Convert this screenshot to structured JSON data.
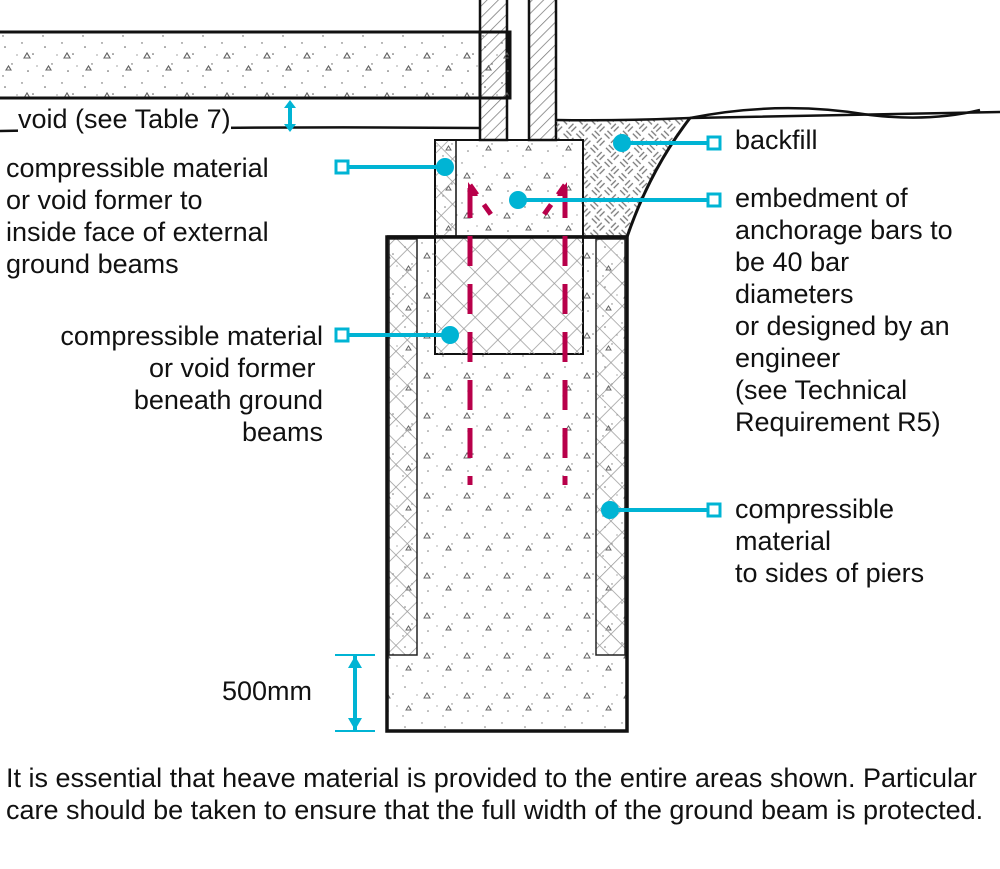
{
  "labels": {
    "void": "void (see Table 7)",
    "backfill": "backfill",
    "compressible_external": "compressible material\nor void former to\ninside face of external\nground beams",
    "embedment": "embedment of\nanchorage bars to\nbe 40 bar\ndiameters\nor designed by an\nengineer\n(see Technical\nRequirement R5)",
    "compressible_beneath": "compressible material\nor void former \nbeneath ground\nbeams",
    "compressible_piers": "compressible\nmaterial\nto sides of piers",
    "dimension": "500mm"
  },
  "note": "It is essential that heave material is provided to the entire areas shown. Particular care should be taken to ensure that the full width of the ground beam is protected.",
  "colors": {
    "leader": "#00b4d4",
    "bars": "#b8004a",
    "line": "#111111"
  }
}
